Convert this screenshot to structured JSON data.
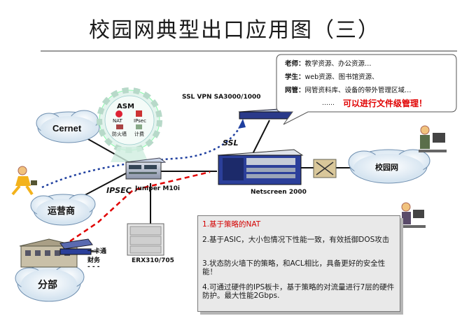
{
  "title": "校园网典型出口应用图（三）",
  "nodes": {
    "cernet": "Cernet",
    "campus_net": "校园网",
    "isp": "运营商",
    "branch": "分部",
    "juniper": "Juniper M10i",
    "netscreen": "Netscreen 2000",
    "ssl_vpn": "SSL VPN SA3000/1000",
    "erx": "ERX310/705",
    "one_card": "一卡通",
    "finance": "财务",
    "finance_dots": "- - -"
  },
  "links": {
    "ipsec": "IPSEC",
    "ssl": "SSL"
  },
  "asm": {
    "title": "ASM",
    "items": [
      "NAT",
      "IPsec",
      "防火墙",
      "计费"
    ]
  },
  "callout": {
    "lines": [
      {
        "role": "老师：",
        "text": "教学资源、办公资源…"
      },
      {
        "role": "学生：",
        "text": "web资源、图书馆资源、"
      },
      {
        "role": "网管：",
        "text": "网管资料库、设备的带外管理区域…"
      }
    ],
    "dots": "……",
    "note": "可以进行文件级管理！"
  },
  "features": [
    "1.基于策略的NAT",
    "2.基于ASIC，大小包情况下性能一致，有效抵御DOS攻击",
    "3.状态防火墙下的策略，和ACL相比，具备更好的安全性能！",
    "4.可通过硬件的IPS板卡，基于策略的对流量进行7层的硬件防护。最大性能2Gbps."
  ],
  "colors": {
    "ipsec_line": "#e00000",
    "ssl_line": "#1f3f9f",
    "note": "#e00000",
    "feature_highlight": "#d40000"
  }
}
